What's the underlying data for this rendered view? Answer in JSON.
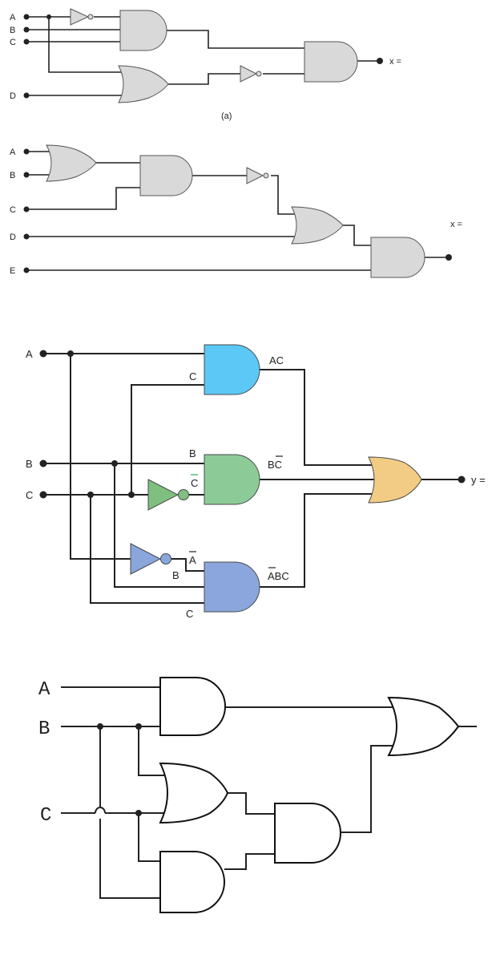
{
  "diagram1": {
    "inputs": [
      "A",
      "B",
      "C",
      "D"
    ],
    "output_label": "x =",
    "caption": "(a)"
  },
  "diagram2": {
    "inputs": [
      "A",
      "B",
      "C",
      "D",
      "E"
    ],
    "output_label": "x ="
  },
  "diagram3": {
    "inputs": [
      "A",
      "B",
      "C"
    ],
    "gate_input_labels": {
      "and1_c": "C",
      "and2_b": "B",
      "and2_cbar": "C",
      "and3_abar": "A",
      "and3_b": "B",
      "and3_c": "C"
    },
    "term_labels": {
      "and1": "AC",
      "and2": "BC",
      "and3": "ABC"
    },
    "output_label": "y =",
    "colors": {
      "and1": "#5bc8f5",
      "and2": "#8ccb98",
      "and3": "#8aa6dc",
      "or": "#f2cc84",
      "not1": "#7fbf7f",
      "not2": "#8aa6dc",
      "ac_text": "#4fc3f7",
      "cbar_text": "#2eaa55"
    }
  },
  "diagram4": {
    "inputs": [
      "A",
      "B",
      "C"
    ]
  }
}
